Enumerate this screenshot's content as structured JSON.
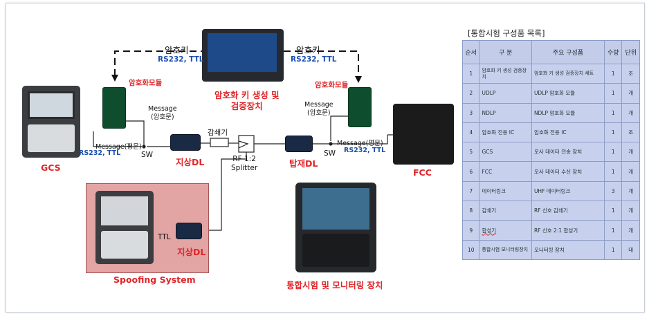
{
  "diagram": {
    "labels": {
      "key_left": "암호키",
      "key_left_if": "RS232, TTL",
      "key_right": "암호키",
      "key_right_if": "RS232, TTL",
      "crypto_center": "암호화 키 생성 및\n검증장치",
      "crypto_module_left": "암호화모듈",
      "crypto_module_right": "암호화모듈",
      "msg_left": "Message\n(암호문)",
      "msg_right": "Message\n(암호문)",
      "msg_plain_left": "Message(평문)",
      "msg_plain_left_if": "RS232, TTL",
      "msg_plain_right": "Message(평문)",
      "msg_plain_right_if": "RS232, TTL",
      "sw_left": "SW",
      "sw_right": "SW",
      "attenuator": "감쇄기",
      "ground_dl": "지상DL",
      "air_dl": "탑재DL",
      "splitter": "RF 1:2\nSplitter",
      "gcs": "GCS",
      "fcc": "FCC",
      "ttl": "TTL",
      "spoof_dl": "지상DL",
      "spoof_system": "Spoofing System",
      "monitor": "통합시험 및 모니터링 장치"
    },
    "colors": {
      "red": "#e0262a",
      "blue": "#1b4fb0",
      "spoof_bg": "#e3a4a4",
      "table_bg": "#c7d1ee"
    }
  },
  "table": {
    "title": "[통합시험 구성품 목록]",
    "headers": [
      "순서",
      "구 분",
      "주요 구성품",
      "수량",
      "단위"
    ],
    "rows": [
      [
        "1",
        "암호화 키 생성 검증장치",
        "암호화 키 생성 검증장치 세트",
        "1",
        "조"
      ],
      [
        "2",
        "UDLP",
        "UDLP 암호화 모듈",
        "1",
        "개"
      ],
      [
        "3",
        "NDLP",
        "NDLP 암호화 모듈",
        "1",
        "개"
      ],
      [
        "4",
        "암호화 전용 IC",
        "암호화 전용 IC",
        "1",
        "조"
      ],
      [
        "5",
        "GCS",
        "모사 데이터 전송 장치",
        "1",
        "개"
      ],
      [
        "6",
        "FCC",
        "모사 데이터 수신 장치",
        "1",
        "개"
      ],
      [
        "7",
        "데이터링크",
        "UHF 데이터링크",
        "3",
        "개"
      ],
      [
        "8",
        "감쇄기",
        "RF 신호 감쇄기",
        "1",
        "개"
      ],
      [
        "9",
        "합성기",
        "RF 신호 2:1 합성기",
        "1",
        "개"
      ],
      [
        "10",
        "통합시험 모니터링장치",
        "모니터링 장치",
        "1",
        "대"
      ]
    ]
  }
}
